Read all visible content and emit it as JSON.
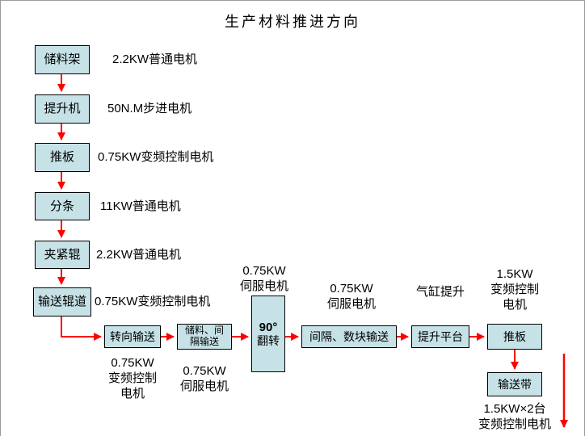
{
  "title": "生产材料推进方向",
  "colors": {
    "box_fill": "#c6e2e7",
    "box_border": "#000000",
    "arrow": "#ff0000",
    "text": "#000000"
  },
  "left_column": {
    "boxes": [
      {
        "label": "储料架",
        "motor": "2.2KW普通电机"
      },
      {
        "label": "提升机",
        "motor": "50N.M步进电机"
      },
      {
        "label": "推板",
        "motor": "0.75KW变频控制电机"
      },
      {
        "label": "分条",
        "motor": "11KW普通电机"
      },
      {
        "label": "夹紧辊",
        "motor": "2.2KW普通电机"
      },
      {
        "label": "输送辊道",
        "motor": "0.75KW变频控制电机"
      }
    ]
  },
  "bottom_row": {
    "boxes": [
      {
        "label": "转向输送",
        "motor": "0.75KW\n变频控制\n电机",
        "motor_position": "below"
      },
      {
        "label": "储料、间\n隔输送",
        "motor": "0.75KW\n伺服电机",
        "motor_position": "below"
      },
      {
        "label": "90°\n翻转",
        "motor": "0.75KW\n伺服电机",
        "motor_position": "above"
      },
      {
        "label": "间隔、数块输送",
        "motor": "0.75KW\n伺服电机",
        "motor_position": "above"
      },
      {
        "label": "提升平台",
        "motor": "气缸提升",
        "motor_position": "above"
      },
      {
        "label": "推板",
        "motor": "1.5KW\n变频控制\n电机",
        "motor_position": "above"
      },
      {
        "label": "输送带",
        "motor": "1.5KW×2台\n变频控制电机",
        "motor_position": "below"
      }
    ]
  }
}
